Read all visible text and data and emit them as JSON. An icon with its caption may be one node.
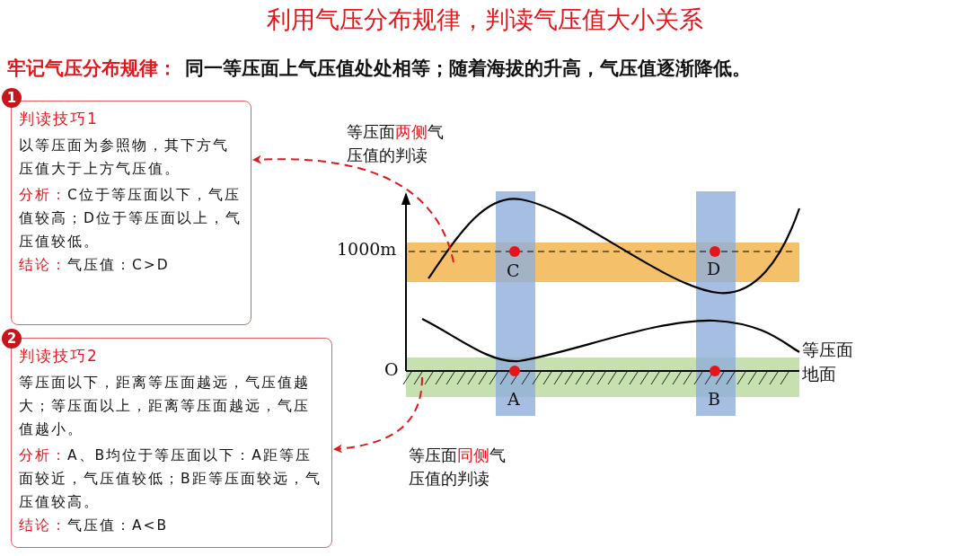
{
  "diagram": {
    "title": "利用气压分布规律，判读气压值大小关系",
    "nodes": [
      {
        "text": [
          "判读技巧1",
          "以等压面为参照物，其下方气压值大于上方气压值。",
          "分析：",
          "C位于等压面以下，气压值较高；D位于等压面以上，气压值较低。",
          "结论：",
          "气压值：C>D"
        ],
        "beside": [
          "1"
        ]
      },
      {
        "text": [
          "判读技巧2",
          "等压面以下，距离等压面越远，气压值越大；等压面以上，距离等压面越远，气压值越小。",
          "分析：",
          "A、B均位于等压面以下：A距等压面较近，气压值较低；B距等压面较远，气压值较高。",
          "结论：",
          "气压值：A<B"
        ],
        "beside": [
          "2"
        ]
      },
      {
        "text": [
          "等压面",
          "两侧",
          "气压值的判读"
        ]
      },
      {
        "text": [
          "等压面",
          "同侧",
          "气压值的判读"
        ]
      }
    ],
    "edges": [
      {
        "from": null,
        "to": 0,
        "arrow": "to",
        "style": "dashed"
      },
      {
        "from": null,
        "to": 1,
        "arrow": "to",
        "style": "dashed"
      }
    ],
    "labels": [
      "牢记气压分布规律：",
      "同一等压面上气压值处处相等；随着海拔的升高，气压值逐渐降低。",
      "1000m",
      "C",
      "D",
      "等压面",
      "O",
      "地面",
      "A",
      "B"
    ]
  }
}
